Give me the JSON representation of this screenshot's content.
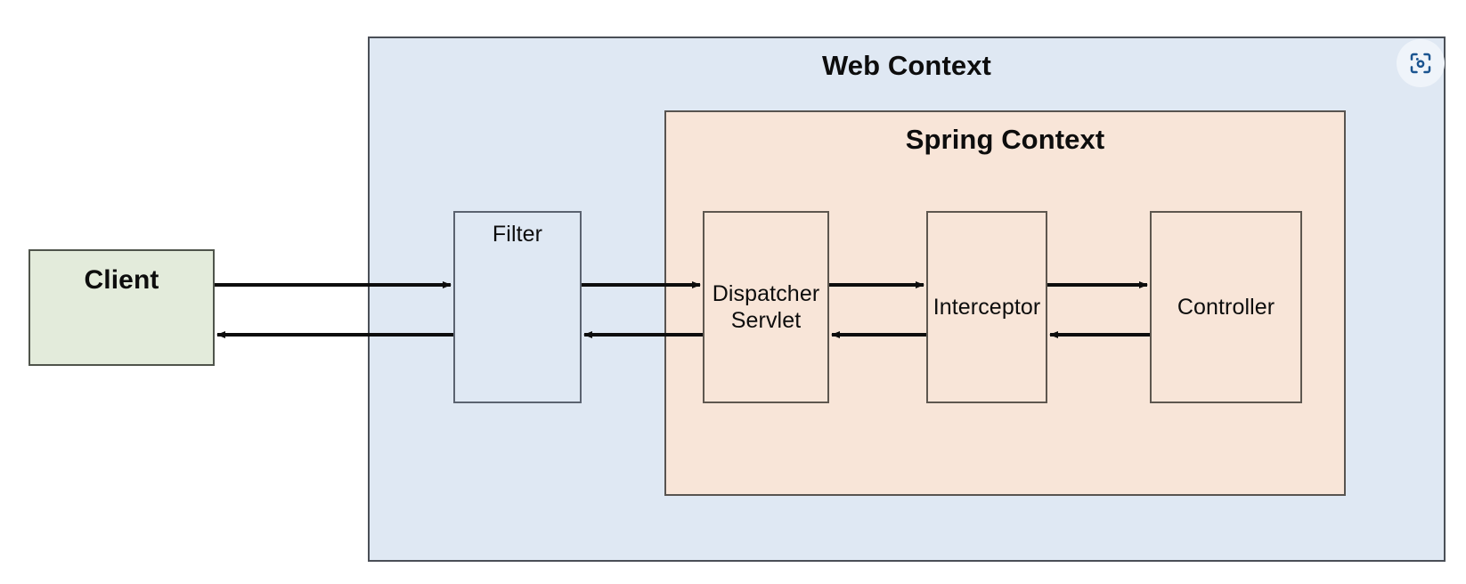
{
  "diagram": {
    "title": "Spring MVC request flow",
    "colors": {
      "web_context_fill": "#dfe8f3",
      "spring_context_fill": "#f8e5d8",
      "client_fill": "#e3ebdb",
      "border": "#4a4f57",
      "arrow": "#0d0d0d",
      "scan_icon": "#1a5490",
      "scan_button_bg": "#eff4fa",
      "page_background": "#ffffff"
    },
    "containers": [
      {
        "id": "web-context",
        "label": "Web Context"
      },
      {
        "id": "spring-context",
        "label": "Spring Context"
      }
    ],
    "nodes": [
      {
        "id": "client",
        "label": "Client"
      },
      {
        "id": "filter",
        "label": "Filter"
      },
      {
        "id": "dispatcher-servlet",
        "label": "Dispatcher\nServlet"
      },
      {
        "id": "interceptor",
        "label": "Interceptor"
      },
      {
        "id": "controller",
        "label": "Controller"
      }
    ],
    "edges": [
      {
        "from": "client",
        "to": "filter",
        "direction": "forward"
      },
      {
        "from": "filter",
        "to": "dispatcher-servlet",
        "direction": "forward"
      },
      {
        "from": "dispatcher-servlet",
        "to": "interceptor",
        "direction": "forward"
      },
      {
        "from": "interceptor",
        "to": "controller",
        "direction": "forward"
      },
      {
        "from": "controller",
        "to": "interceptor",
        "direction": "return"
      },
      {
        "from": "interceptor",
        "to": "dispatcher-servlet",
        "direction": "return"
      },
      {
        "from": "dispatcher-servlet",
        "to": "filter",
        "direction": "return"
      },
      {
        "from": "filter",
        "to": "client",
        "direction": "return"
      }
    ]
  },
  "toolbar": {
    "scan_button_name": "scan-lens-icon"
  }
}
